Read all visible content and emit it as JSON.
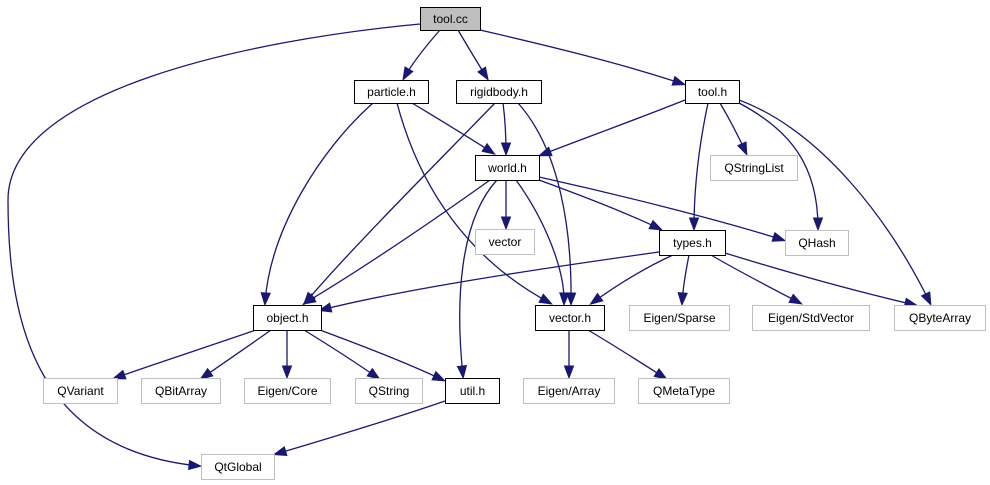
{
  "graph": {
    "title": "tool.cc include dependency graph",
    "colors": {
      "edge": "#191970",
      "root_fill": "#bfbfbf",
      "root_border": "#000000",
      "documented_border": "#000000",
      "external_border": "#bfbfbf",
      "background": "#ffffff"
    },
    "nodes": [
      {
        "id": "tool_cc",
        "label": "tool.cc",
        "kind": "root"
      },
      {
        "id": "particle_h",
        "label": "particle.h",
        "kind": "documented"
      },
      {
        "id": "rigidbody_h",
        "label": "rigidbody.h",
        "kind": "documented"
      },
      {
        "id": "tool_h",
        "label": "tool.h",
        "kind": "documented"
      },
      {
        "id": "world_h",
        "label": "world.h",
        "kind": "documented"
      },
      {
        "id": "QStringList",
        "label": "QStringList",
        "kind": "external"
      },
      {
        "id": "vector",
        "label": "vector",
        "kind": "external"
      },
      {
        "id": "types_h",
        "label": "types.h",
        "kind": "documented"
      },
      {
        "id": "QHash",
        "label": "QHash",
        "kind": "external"
      },
      {
        "id": "object_h",
        "label": "object.h",
        "kind": "documented"
      },
      {
        "id": "vector_h",
        "label": "vector.h",
        "kind": "documented"
      },
      {
        "id": "Eigen_Sparse",
        "label": "Eigen/Sparse",
        "kind": "external"
      },
      {
        "id": "Eigen_StdVector",
        "label": "Eigen/StdVector",
        "kind": "external"
      },
      {
        "id": "QByteArray",
        "label": "QByteArray",
        "kind": "external"
      },
      {
        "id": "QVariant",
        "label": "QVariant",
        "kind": "external"
      },
      {
        "id": "QBitArray",
        "label": "QBitArray",
        "kind": "external"
      },
      {
        "id": "Eigen_Core",
        "label": "Eigen/Core",
        "kind": "external"
      },
      {
        "id": "QString",
        "label": "QString",
        "kind": "external"
      },
      {
        "id": "util_h",
        "label": "util.h",
        "kind": "documented"
      },
      {
        "id": "Eigen_Array",
        "label": "Eigen/Array",
        "kind": "external"
      },
      {
        "id": "QMetaType",
        "label": "QMetaType",
        "kind": "external"
      },
      {
        "id": "QtGlobal",
        "label": "QtGlobal",
        "kind": "external"
      }
    ],
    "edges": [
      {
        "from": "tool_cc",
        "to": "particle_h"
      },
      {
        "from": "tool_cc",
        "to": "rigidbody_h"
      },
      {
        "from": "tool_cc",
        "to": "tool_h"
      },
      {
        "from": "tool_cc",
        "to": "QtGlobal"
      },
      {
        "from": "particle_h",
        "to": "world_h"
      },
      {
        "from": "particle_h",
        "to": "object_h"
      },
      {
        "from": "particle_h",
        "to": "vector_h"
      },
      {
        "from": "rigidbody_h",
        "to": "world_h"
      },
      {
        "from": "rigidbody_h",
        "to": "object_h"
      },
      {
        "from": "rigidbody_h",
        "to": "vector_h"
      },
      {
        "from": "tool_h",
        "to": "world_h"
      },
      {
        "from": "tool_h",
        "to": "QStringList"
      },
      {
        "from": "tool_h",
        "to": "types_h"
      },
      {
        "from": "tool_h",
        "to": "QHash"
      },
      {
        "from": "tool_h",
        "to": "QByteArray"
      },
      {
        "from": "world_h",
        "to": "vector"
      },
      {
        "from": "world_h",
        "to": "types_h"
      },
      {
        "from": "world_h",
        "to": "QHash"
      },
      {
        "from": "world_h",
        "to": "object_h"
      },
      {
        "from": "world_h",
        "to": "vector_h"
      },
      {
        "from": "world_h",
        "to": "util_h"
      },
      {
        "from": "types_h",
        "to": "object_h"
      },
      {
        "from": "types_h",
        "to": "vector_h"
      },
      {
        "from": "types_h",
        "to": "Eigen_Sparse"
      },
      {
        "from": "types_h",
        "to": "Eigen_StdVector"
      },
      {
        "from": "types_h",
        "to": "QByteArray"
      },
      {
        "from": "object_h",
        "to": "QVariant"
      },
      {
        "from": "object_h",
        "to": "QBitArray"
      },
      {
        "from": "object_h",
        "to": "Eigen_Core"
      },
      {
        "from": "object_h",
        "to": "QString"
      },
      {
        "from": "object_h",
        "to": "util_h"
      },
      {
        "from": "vector_h",
        "to": "Eigen_Array"
      },
      {
        "from": "vector_h",
        "to": "QMetaType"
      },
      {
        "from": "util_h",
        "to": "QtGlobal"
      }
    ]
  }
}
